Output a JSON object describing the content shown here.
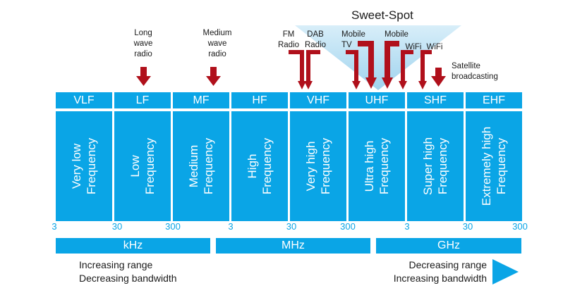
{
  "sweet_spot": {
    "title": "Sweet-Spot"
  },
  "bands": [
    {
      "abbr": "VLF",
      "name": "Very low\nFrequency"
    },
    {
      "abbr": "LF",
      "name": "Low\nFrequency"
    },
    {
      "abbr": "MF",
      "name": "Medium\nFrequency"
    },
    {
      "abbr": "HF",
      "name": "High\nFrequency"
    },
    {
      "abbr": "VHF",
      "name": "Very high\nFrequency"
    },
    {
      "abbr": "UHF",
      "name": "Ultra high\nFrequency"
    },
    {
      "abbr": "SHF",
      "name": "Super high\nFrequency"
    },
    {
      "abbr": "EHF",
      "name": "Extremely high\nFrequency"
    }
  ],
  "ticks": [
    "3",
    "30",
    "300",
    "3",
    "30",
    "300",
    "3",
    "30",
    "300"
  ],
  "units": [
    "kHz",
    "MHz",
    "GHz"
  ],
  "sources": [
    {
      "label": "Long\nwave\nradio"
    },
    {
      "label": "Medium\nwave\nradio"
    },
    {
      "label": "FM\nRadio"
    },
    {
      "label": "DAB\nRadio"
    },
    {
      "label": "Mobile\nTV"
    },
    {
      "label": "Mobile"
    },
    {
      "label": "WiFi"
    },
    {
      "label": "WiFi"
    },
    {
      "label": "Satellite\nbroadcasting"
    }
  ],
  "notes": {
    "left": "Increasing range\nDecreasing bandwidth",
    "right": "Decreasing range\nIncreasing bandwidth"
  },
  "colors": {
    "band": "#0aa5e6",
    "arrow": "#b0101b",
    "sweet_spot_fill": "#bfe4f5"
  }
}
